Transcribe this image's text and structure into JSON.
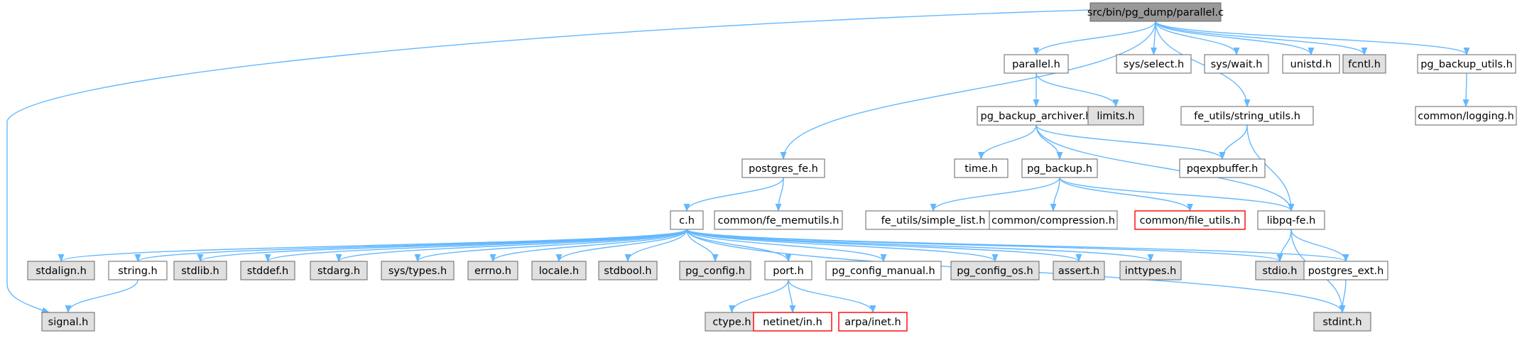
{
  "graph": {
    "root": "src/bin/pg_dump/parallel.c",
    "colors": {
      "edge": "#63b8ff",
      "node_border": "#666666",
      "missing_border": "#ff0000",
      "system_fill": "#e0e0e0",
      "root_fill": "#999999",
      "node_fill": "#ffffff"
    },
    "nodes": [
      {
        "id": "parallel_c",
        "label": "src/bin/pg_dump/parallel.c",
        "style": "root"
      },
      {
        "id": "signal_h",
        "label": "signal.h",
        "style": "system"
      },
      {
        "id": "postgres_fe_h",
        "label": "postgres_fe.h",
        "style": "normal"
      },
      {
        "id": "parallel_h",
        "label": "parallel.h",
        "style": "normal"
      },
      {
        "id": "fe_string_utils_h",
        "label": "fe_utils/string_utils.h",
        "style": "normal"
      },
      {
        "id": "sys_select_h",
        "label": "sys/select.h",
        "style": "normal"
      },
      {
        "id": "sys_wait_h",
        "label": "sys/wait.h",
        "style": "normal"
      },
      {
        "id": "unistd_h",
        "label": "unistd.h",
        "style": "normal"
      },
      {
        "id": "fcntl_h",
        "label": "fcntl.h",
        "style": "system"
      },
      {
        "id": "pg_backup_utils_h",
        "label": "pg_backup_utils.h",
        "style": "normal"
      },
      {
        "id": "common_logging_h",
        "label": "common/logging.h",
        "style": "normal"
      },
      {
        "id": "pg_backup_archiver_h",
        "label": "pg_backup_archiver.h",
        "style": "normal"
      },
      {
        "id": "limits_h",
        "label": "limits.h",
        "style": "system"
      },
      {
        "id": "time_h",
        "label": "time.h",
        "style": "normal"
      },
      {
        "id": "pg_backup_h",
        "label": "pg_backup.h",
        "style": "normal"
      },
      {
        "id": "pqexpbuffer_h",
        "label": "pqexpbuffer.h",
        "style": "normal"
      },
      {
        "id": "libpq_fe_h",
        "label": "libpq-fe.h",
        "style": "normal"
      },
      {
        "id": "fe_simple_list_h",
        "label": "fe_utils/simple_list.h",
        "style": "normal"
      },
      {
        "id": "common_compression_h",
        "label": "common/compression.h",
        "style": "normal"
      },
      {
        "id": "common_file_utils_h",
        "label": "common/file_utils.h",
        "style": "missing"
      },
      {
        "id": "c_h",
        "label": "c.h",
        "style": "normal"
      },
      {
        "id": "common_fe_memutils_h",
        "label": "common/fe_memutils.h",
        "style": "normal"
      },
      {
        "id": "stdalign_h",
        "label": "stdalign.h",
        "style": "system"
      },
      {
        "id": "string_h",
        "label": "string.h",
        "style": "normal"
      },
      {
        "id": "stdlib_h",
        "label": "stdlib.h",
        "style": "system"
      },
      {
        "id": "stddef_h",
        "label": "stddef.h",
        "style": "system"
      },
      {
        "id": "stdarg_h",
        "label": "stdarg.h",
        "style": "system"
      },
      {
        "id": "sys_types_h",
        "label": "sys/types.h",
        "style": "system"
      },
      {
        "id": "errno_h",
        "label": "errno.h",
        "style": "system"
      },
      {
        "id": "locale_h",
        "label": "locale.h",
        "style": "system"
      },
      {
        "id": "stdbool_h",
        "label": "stdbool.h",
        "style": "system"
      },
      {
        "id": "pg_config_h",
        "label": "pg_config.h",
        "style": "system"
      },
      {
        "id": "port_h",
        "label": "port.h",
        "style": "normal"
      },
      {
        "id": "pg_config_manual_h",
        "label": "pg_config_manual.h",
        "style": "normal"
      },
      {
        "id": "pg_config_os_h",
        "label": "pg_config_os.h",
        "style": "system"
      },
      {
        "id": "assert_h",
        "label": "assert.h",
        "style": "system"
      },
      {
        "id": "inttypes_h",
        "label": "inttypes.h",
        "style": "system"
      },
      {
        "id": "stdio_h",
        "label": "stdio.h",
        "style": "system"
      },
      {
        "id": "postgres_ext_h",
        "label": "postgres_ext.h",
        "style": "normal"
      },
      {
        "id": "stdint_h",
        "label": "stdint.h",
        "style": "system"
      },
      {
        "id": "ctype_h",
        "label": "ctype.h",
        "style": "system"
      },
      {
        "id": "netinet_in_h",
        "label": "netinet/in.h",
        "style": "missing"
      },
      {
        "id": "arpa_inet_h",
        "label": "arpa/inet.h",
        "style": "missing"
      }
    ],
    "edges": [
      [
        "parallel_c",
        "signal_h"
      ],
      [
        "parallel_c",
        "postgres_fe_h"
      ],
      [
        "parallel_c",
        "parallel_h"
      ],
      [
        "parallel_c",
        "fe_string_utils_h"
      ],
      [
        "parallel_c",
        "sys_select_h"
      ],
      [
        "parallel_c",
        "sys_wait_h"
      ],
      [
        "parallel_c",
        "unistd_h"
      ],
      [
        "parallel_c",
        "fcntl_h"
      ],
      [
        "parallel_c",
        "pg_backup_utils_h"
      ],
      [
        "pg_backup_utils_h",
        "common_logging_h"
      ],
      [
        "parallel_h",
        "pg_backup_archiver_h"
      ],
      [
        "parallel_h",
        "limits_h"
      ],
      [
        "pg_backup_archiver_h",
        "time_h"
      ],
      [
        "pg_backup_archiver_h",
        "pg_backup_h"
      ],
      [
        "pg_backup_archiver_h",
        "pqexpbuffer_h"
      ],
      [
        "pg_backup_archiver_h",
        "libpq_fe_h"
      ],
      [
        "fe_string_utils_h",
        "pqexpbuffer_h"
      ],
      [
        "fe_string_utils_h",
        "libpq_fe_h"
      ],
      [
        "pg_backup_h",
        "fe_simple_list_h"
      ],
      [
        "pg_backup_h",
        "common_compression_h"
      ],
      [
        "pg_backup_h",
        "common_file_utils_h"
      ],
      [
        "pg_backup_h",
        "libpq_fe_h"
      ],
      [
        "postgres_fe_h",
        "c_h"
      ],
      [
        "postgres_fe_h",
        "common_fe_memutils_h"
      ],
      [
        "libpq_fe_h",
        "stdio_h"
      ],
      [
        "libpq_fe_h",
        "postgres_ext_h"
      ],
      [
        "libpq_fe_h",
        "stdint_h"
      ],
      [
        "postgres_ext_h",
        "stdint_h"
      ],
      [
        "c_h",
        "stdalign_h"
      ],
      [
        "c_h",
        "string_h"
      ],
      [
        "c_h",
        "stdlib_h"
      ],
      [
        "c_h",
        "stddef_h"
      ],
      [
        "c_h",
        "stdarg_h"
      ],
      [
        "c_h",
        "sys_types_h"
      ],
      [
        "c_h",
        "errno_h"
      ],
      [
        "c_h",
        "locale_h"
      ],
      [
        "c_h",
        "stdbool_h"
      ],
      [
        "c_h",
        "pg_config_h"
      ],
      [
        "c_h",
        "port_h"
      ],
      [
        "c_h",
        "pg_config_manual_h"
      ],
      [
        "c_h",
        "pg_config_os_h"
      ],
      [
        "c_h",
        "assert_h"
      ],
      [
        "c_h",
        "inttypes_h"
      ],
      [
        "c_h",
        "stdio_h"
      ],
      [
        "c_h",
        "postgres_ext_h"
      ],
      [
        "c_h",
        "stdint_h"
      ],
      [
        "string_h",
        "signal_h"
      ],
      [
        "port_h",
        "ctype_h"
      ],
      [
        "port_h",
        "netinet_in_h"
      ],
      [
        "port_h",
        "arpa_inet_h"
      ]
    ]
  }
}
